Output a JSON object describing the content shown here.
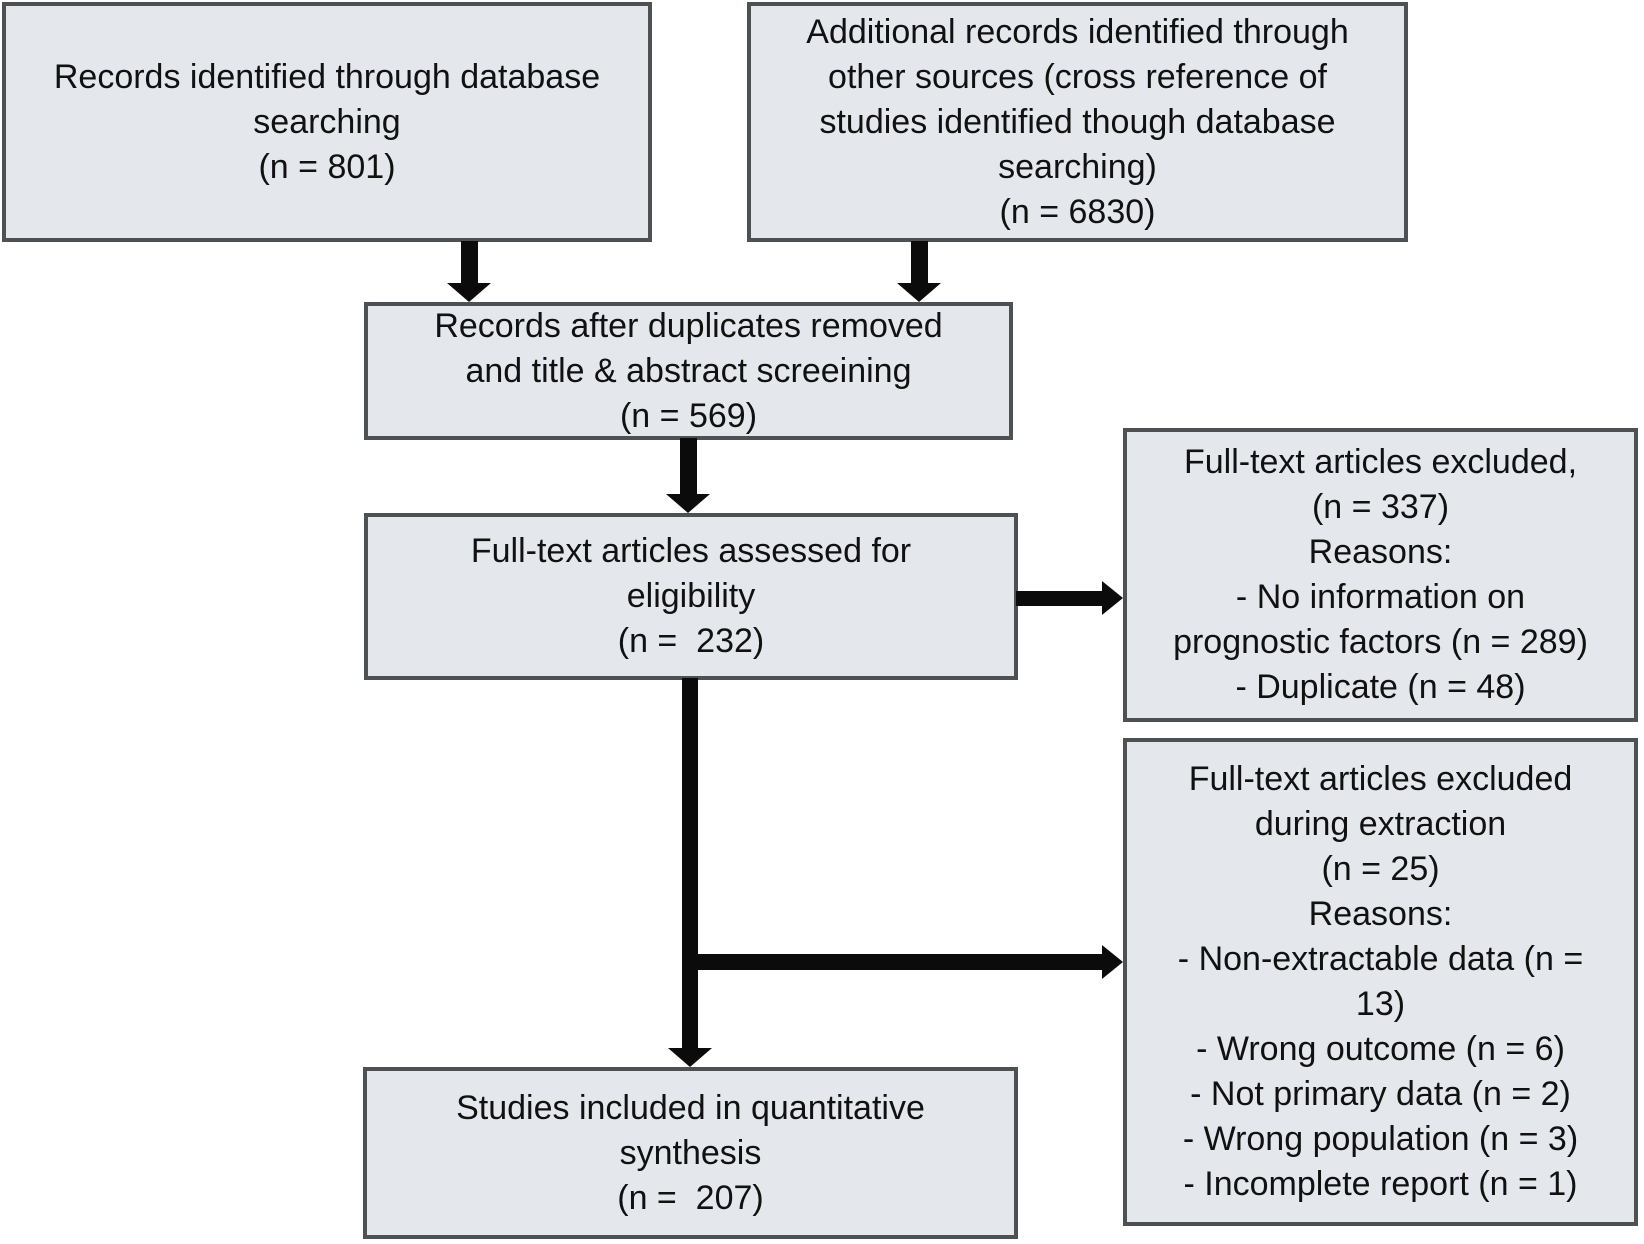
{
  "colors": {
    "background": "#ffffff",
    "box_fill": "#e4e8ec",
    "box_border": "#4d5154",
    "arrow": "#0b0b0b",
    "text": "#111111"
  },
  "boxes": {
    "records_identified": {
      "lines": [
        "Records identified through database",
        "searching",
        "(n = 801)"
      ]
    },
    "additional_records": {
      "lines": [
        "Additional records identified through",
        "other sources (cross reference of",
        "studies identified though database",
        "searching)",
        "(n = 6830)"
      ]
    },
    "after_duplicates": {
      "lines": [
        "Records after duplicates removed",
        "and title & abstract screeining",
        "(n = 569)"
      ]
    },
    "fulltext_assessed": {
      "lines": [
        "Full-text articles assessed for",
        "eligibility",
        "(n =  232)"
      ]
    },
    "fulltext_excluded": {
      "lines": [
        "Full-text articles excluded,",
        "(n = 337)",
        "Reasons:",
        "- No information on",
        "prognostic factors (n = 289)",
        "- Duplicate (n = 48)"
      ]
    },
    "excluded_extraction": {
      "lines": [
        "Full-text articles excluded",
        "during extraction",
        "(n = 25)",
        "Reasons:",
        "- Non-extractable data (n =",
        "13)",
        "- Wrong outcome (n = 6)",
        "- Not primary data (n = 2)",
        "- Wrong population (n = 3)",
        "- Incomplete report (n = 1)"
      ]
    },
    "included_quantitative": {
      "lines": [
        "Studies included in quantitative",
        "synthesis",
        "(n =  207)"
      ]
    }
  },
  "edges": [
    {
      "from": "records_identified",
      "to": "after_duplicates"
    },
    {
      "from": "additional_records",
      "to": "after_duplicates"
    },
    {
      "from": "after_duplicates",
      "to": "fulltext_assessed"
    },
    {
      "from": "fulltext_assessed",
      "to": "fulltext_excluded"
    },
    {
      "from": "fulltext_assessed",
      "to": "excluded_extraction"
    },
    {
      "from": "fulltext_assessed",
      "to": "included_quantitative"
    }
  ]
}
